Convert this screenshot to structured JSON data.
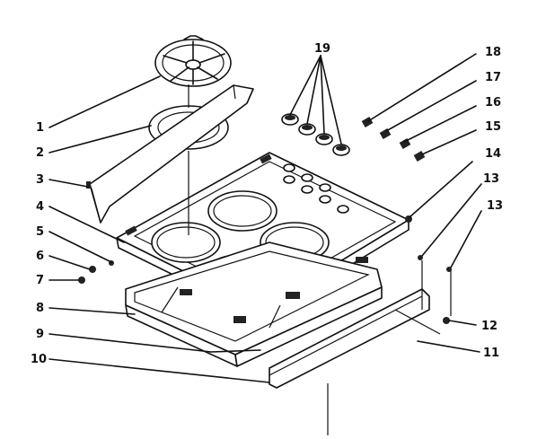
{
  "diagram": {
    "callouts": [
      "1",
      "2",
      "3",
      "4",
      "5",
      "6",
      "7",
      "8",
      "9",
      "10",
      "11",
      "12",
      "13",
      "13",
      "14",
      "15",
      "16",
      "17",
      "18",
      "19"
    ]
  }
}
